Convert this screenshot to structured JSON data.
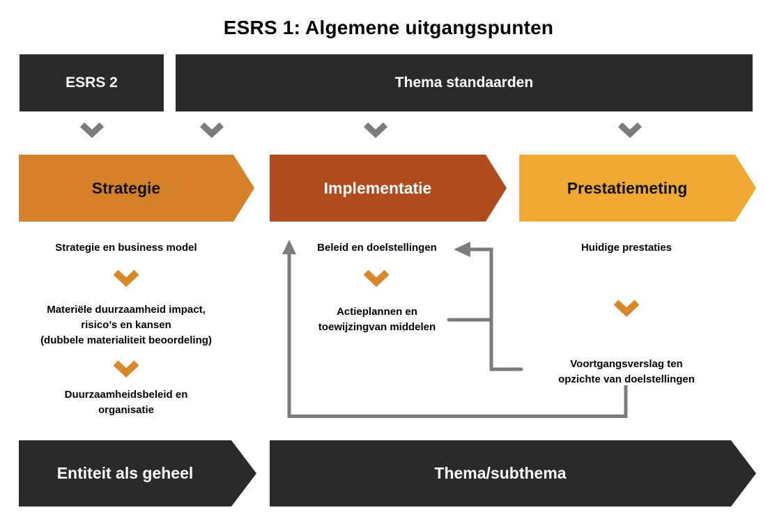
{
  "title": "ESRS 1: Algemene uitgangspunten",
  "colors": {
    "dark_box": "#2A2A2A",
    "connector_gray": "#7C7C7C",
    "phase_strategie_orange": "#D5822A",
    "phase_implementatie_rust": "#B04B1E",
    "phase_prestatiemeting_amber": "#F0A932",
    "chevron_orange": "#D8882B"
  },
  "top": {
    "esrs2_label": "ESRS 2",
    "thema_label": "Thema standaarden"
  },
  "phases": {
    "strategie": "Strategie",
    "implementatie": "Implementatie",
    "prestatiemeting": "Prestatiemeting"
  },
  "col_strategie": {
    "step1": "Strategie en business model",
    "step2_line1": "Materiële duurzaamheid impact,",
    "step2_line2": "risico’s en kansen",
    "step2_line3": "(dubbele materialiteit beoordeling)",
    "step3_line1": "Duurzaamheidsbeleid en",
    "step3_line2": "organisatie"
  },
  "col_implementatie": {
    "step1": "Beleid en doelstellingen",
    "step2_line1": "Actieplannen en",
    "step2_line2": "toewijzingvan middelen"
  },
  "col_prestatiemeting": {
    "step1": "Huidige prestaties",
    "step2_line1": "Voortgangsverslag ten",
    "step2_line2": "opzichte van doelstellingen"
  },
  "bottom": {
    "entiteit_label": "Entiteit als geheel",
    "thema_label": "Thema/subthema"
  }
}
